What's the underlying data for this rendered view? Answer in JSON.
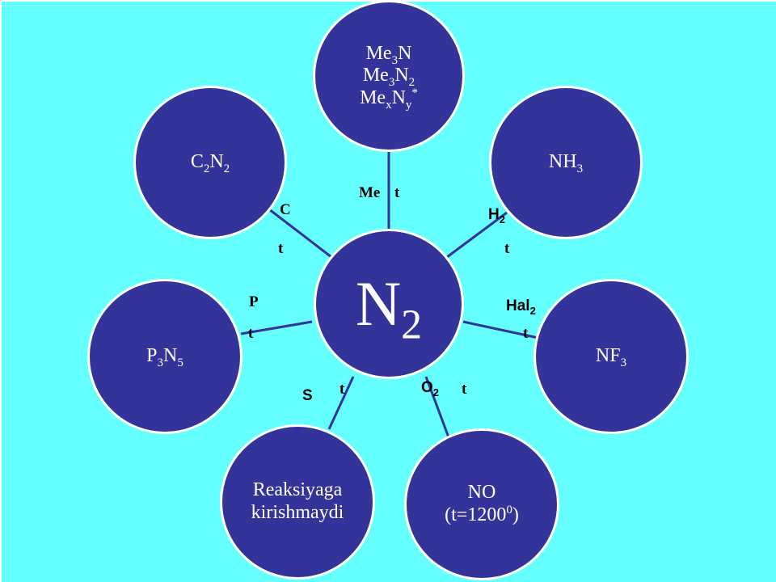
{
  "diagram": {
    "center": {
      "main": "N",
      "sub": "2"
    },
    "nodes": {
      "me": [
        {
          "main": "Me",
          "s1": "3",
          "mid": "N",
          "s2": "",
          "sup": ""
        },
        {
          "main": "Me",
          "s1": "3",
          "mid": "N",
          "s2": "2",
          "sup": ""
        },
        {
          "main": "Me",
          "s1": "x",
          "mid": "N",
          "s2": "y",
          "sup": "*"
        }
      ],
      "c2n2": {
        "a": "C",
        "as": "2",
        "b": "N",
        "bs": "2"
      },
      "nh3": {
        "a": "NH",
        "as": "3"
      },
      "p3n5": {
        "a": "P",
        "as": "3",
        "b": "N",
        "bs": "5"
      },
      "nf3": {
        "a": "NF",
        "as": "3"
      },
      "no_reaction": {
        "line1": "Reaksiyaga",
        "line2": "kirishmaydi"
      },
      "no": {
        "line1": "NO",
        "line2_pre": "(t=1200",
        "line2_sup": "0",
        "line2_post": ")"
      }
    },
    "labels": {
      "me": "Me",
      "me_t": "t",
      "c": "C",
      "c_t": "t",
      "h": "H",
      "h_sub": "2",
      "h_t": "t",
      "p": "P",
      "p_t": "t",
      "hal": "Hal",
      "hal_sub": "2",
      "hal_t": "t",
      "s": "S",
      "s_t": "t",
      "o": "O",
      "o_sub": "2",
      "o_t": "t"
    }
  }
}
